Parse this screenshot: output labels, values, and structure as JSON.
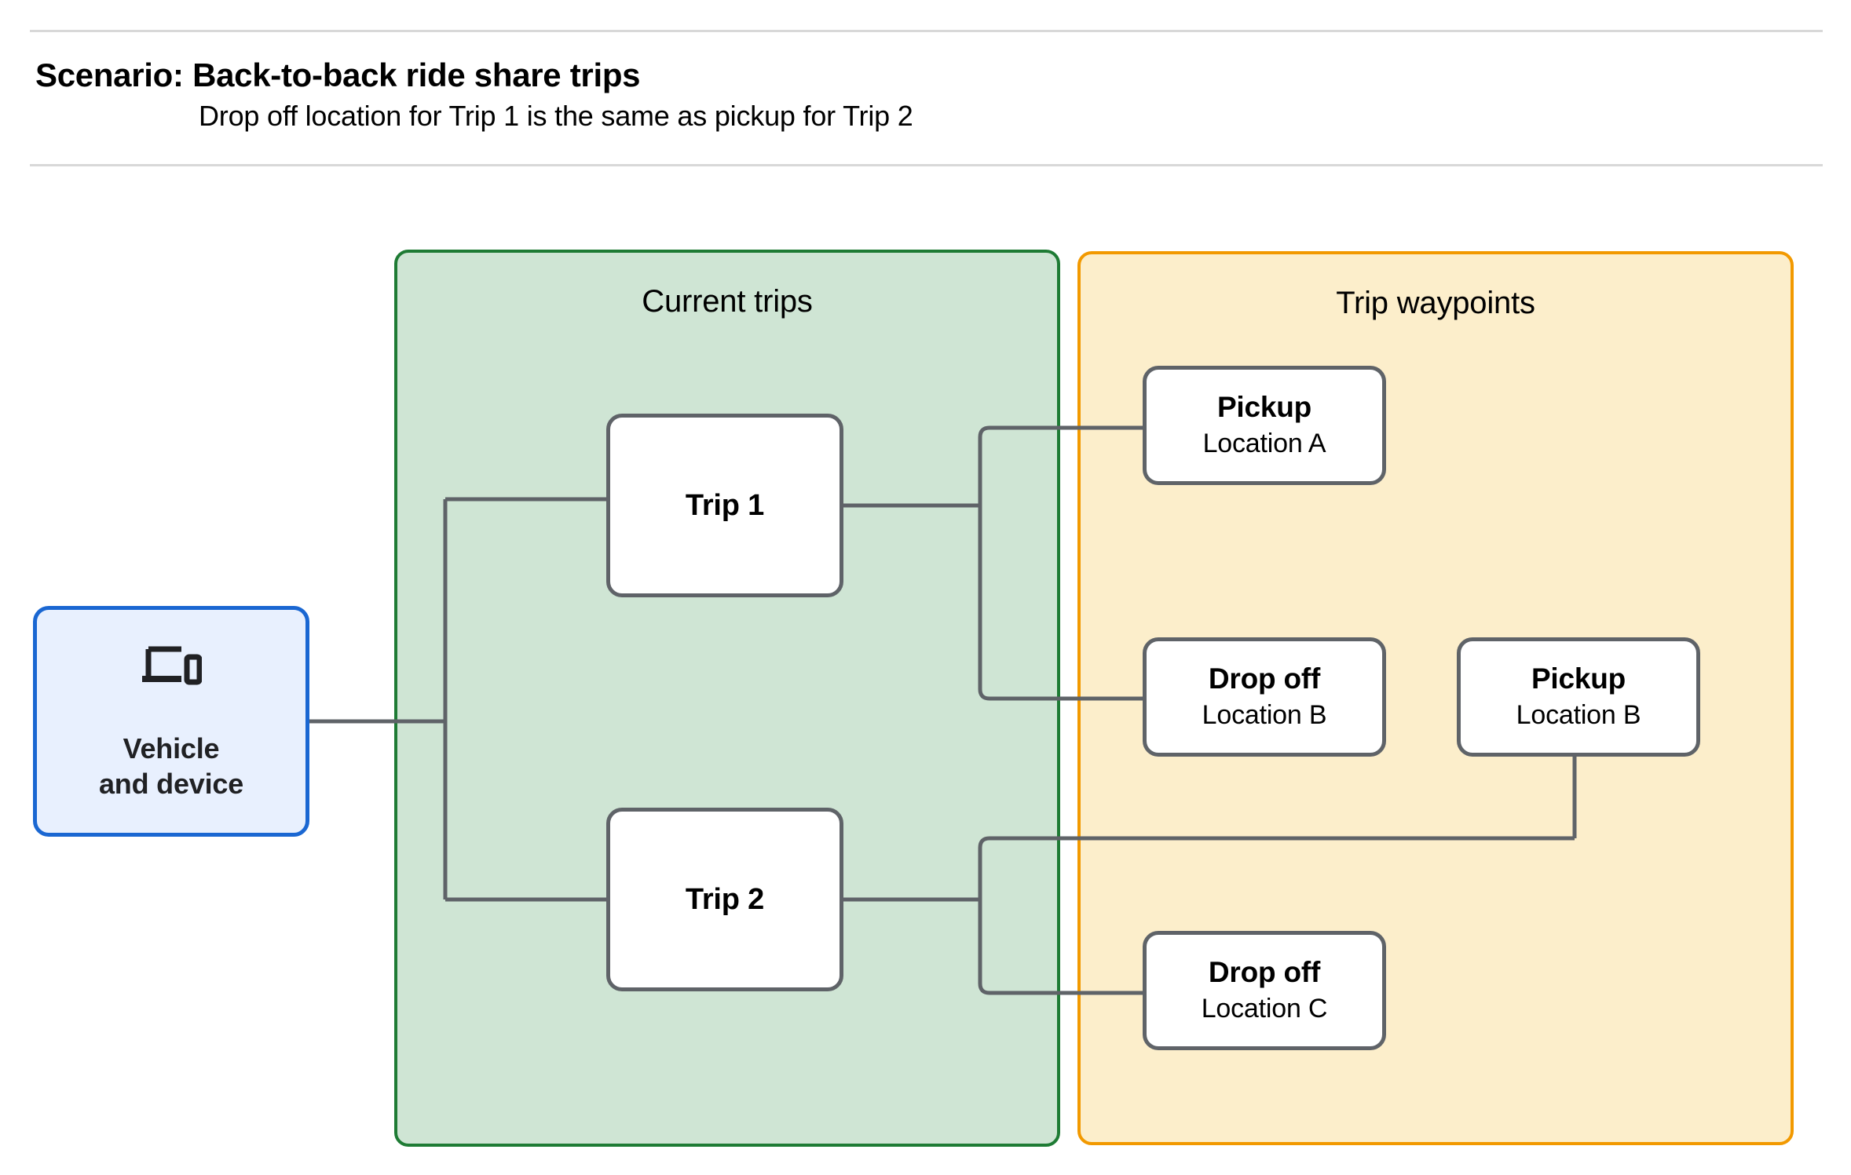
{
  "header": {
    "title": "Scenario: Back-to-back ride share trips",
    "subtitle": "Drop off  location for Trip 1 is the same as pickup for Trip 2"
  },
  "colors": {
    "current_trips_fill": "#cfe5d4",
    "current_trips_border": "#1e7b34",
    "trip_waypoints_fill": "#fceecb",
    "trip_waypoints_border": "#f29900",
    "vehicle_fill": "#e8f0fe",
    "vehicle_border": "#1a67d2",
    "node_border": "#5f6368",
    "connector": "#5f6368",
    "divider": "#d8d8d8"
  },
  "source": {
    "label": "Vehicle\nand device",
    "icon": "laptop-phone-icon"
  },
  "groups": {
    "current_trips": {
      "title": "Current trips",
      "trips": [
        {
          "label": "Trip 1"
        },
        {
          "label": "Trip 2"
        }
      ]
    },
    "trip_waypoints": {
      "title": "Trip waypoints",
      "waypoints": [
        {
          "type": "Pickup",
          "location": "Location A"
        },
        {
          "type": "Drop off",
          "location": "Location B"
        },
        {
          "type": "Pickup",
          "location": "Location B"
        },
        {
          "type": "Drop off",
          "location": "Location C"
        }
      ]
    }
  }
}
